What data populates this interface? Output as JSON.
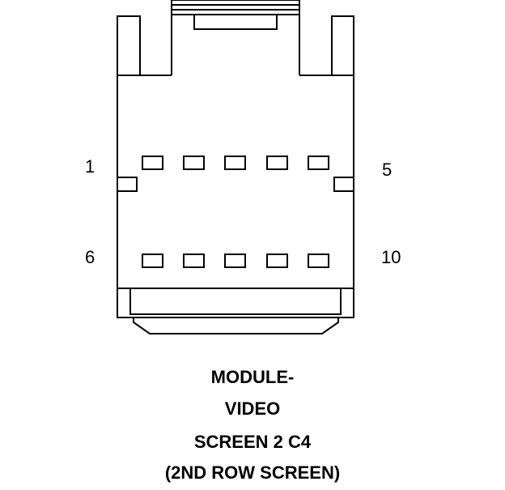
{
  "connector": {
    "pin_labels": {
      "top_left": "1",
      "top_right": "5",
      "bottom_left": "6",
      "bottom_right": "10"
    },
    "pins_per_row": 5,
    "rows": 2
  },
  "caption": {
    "line1": "MODULE-",
    "line2": "VIDEO",
    "line3": "SCREEN 2 C4",
    "line4": "(2ND ROW SCREEN)"
  },
  "colors": {
    "stroke": "#000000",
    "background": "#ffffff"
  }
}
